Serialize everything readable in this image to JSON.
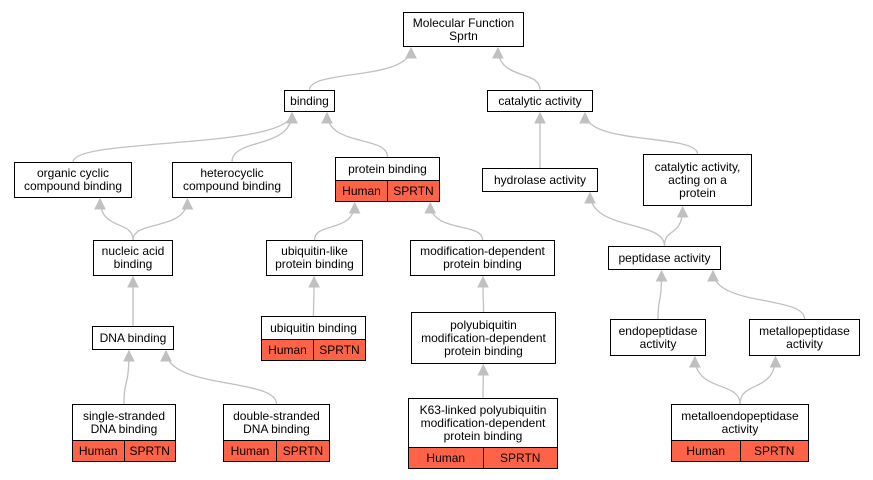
{
  "diagram": {
    "annotation_color": "#ff6347",
    "edge_color": "#c0c0c0",
    "nodes": {
      "root": {
        "label": "Molecular Function\nSprtn"
      },
      "binding": {
        "label": "binding"
      },
      "catalytic": {
        "label": "catalytic activity"
      },
      "organic": {
        "label": "organic cyclic\ncompound binding"
      },
      "hetero": {
        "label": "heterocyclic\ncompound binding"
      },
      "protein": {
        "label": "protein binding",
        "annotations": [
          "Human",
          "SPRTN"
        ]
      },
      "hydrolase": {
        "label": "hydrolase activity"
      },
      "catact": {
        "label": "catalytic activity,\nacting on a\nprotein"
      },
      "nucleic": {
        "label": "nucleic acid\nbinding"
      },
      "ublike": {
        "label": "ubiquitin-like\nprotein binding"
      },
      "moddep": {
        "label": "modification-dependent\nprotein binding"
      },
      "peptidase": {
        "label": "peptidase activity"
      },
      "dna": {
        "label": "DNA binding"
      },
      "ubiquitin": {
        "label": "ubiquitin binding",
        "annotations": [
          "Human",
          "SPRTN"
        ]
      },
      "polyub": {
        "label": "polyubiquitin\nmodification-dependent\nprotein binding"
      },
      "endo": {
        "label": "endopeptidase\nactivity"
      },
      "metallo": {
        "label": "metallopeptidase\nactivity"
      },
      "ssdna": {
        "label": "single-stranded\nDNA binding",
        "annotations": [
          "Human",
          "SPRTN"
        ]
      },
      "dsdna": {
        "label": "double-stranded\nDNA binding",
        "annotations": [
          "Human",
          "SPRTN"
        ]
      },
      "k63": {
        "label": "K63-linked polyubiquitin\nmodification-dependent\nprotein binding",
        "annotations": [
          "Human",
          "SPRTN"
        ]
      },
      "metalloendo": {
        "label": "metalloendopeptidase\nactivity",
        "annotations": [
          "Human",
          "SPRTN"
        ]
      }
    },
    "edges": [
      [
        "binding",
        "root"
      ],
      [
        "catalytic",
        "root"
      ],
      [
        "organic",
        "binding"
      ],
      [
        "hetero",
        "binding"
      ],
      [
        "protein",
        "binding"
      ],
      [
        "hydrolase",
        "catalytic"
      ],
      [
        "catact",
        "catalytic"
      ],
      [
        "nucleic",
        "organic"
      ],
      [
        "nucleic",
        "hetero"
      ],
      [
        "ublike",
        "protein"
      ],
      [
        "moddep",
        "protein"
      ],
      [
        "peptidase",
        "hydrolase"
      ],
      [
        "peptidase",
        "catact"
      ],
      [
        "dna",
        "nucleic"
      ],
      [
        "ubiquitin",
        "ublike"
      ],
      [
        "polyub",
        "moddep"
      ],
      [
        "endo",
        "peptidase"
      ],
      [
        "metallo",
        "peptidase"
      ],
      [
        "ssdna",
        "dna"
      ],
      [
        "dsdna",
        "dna"
      ],
      [
        "k63",
        "polyub"
      ],
      [
        "metalloendo",
        "endo"
      ],
      [
        "metalloendo",
        "metallo"
      ]
    ]
  }
}
